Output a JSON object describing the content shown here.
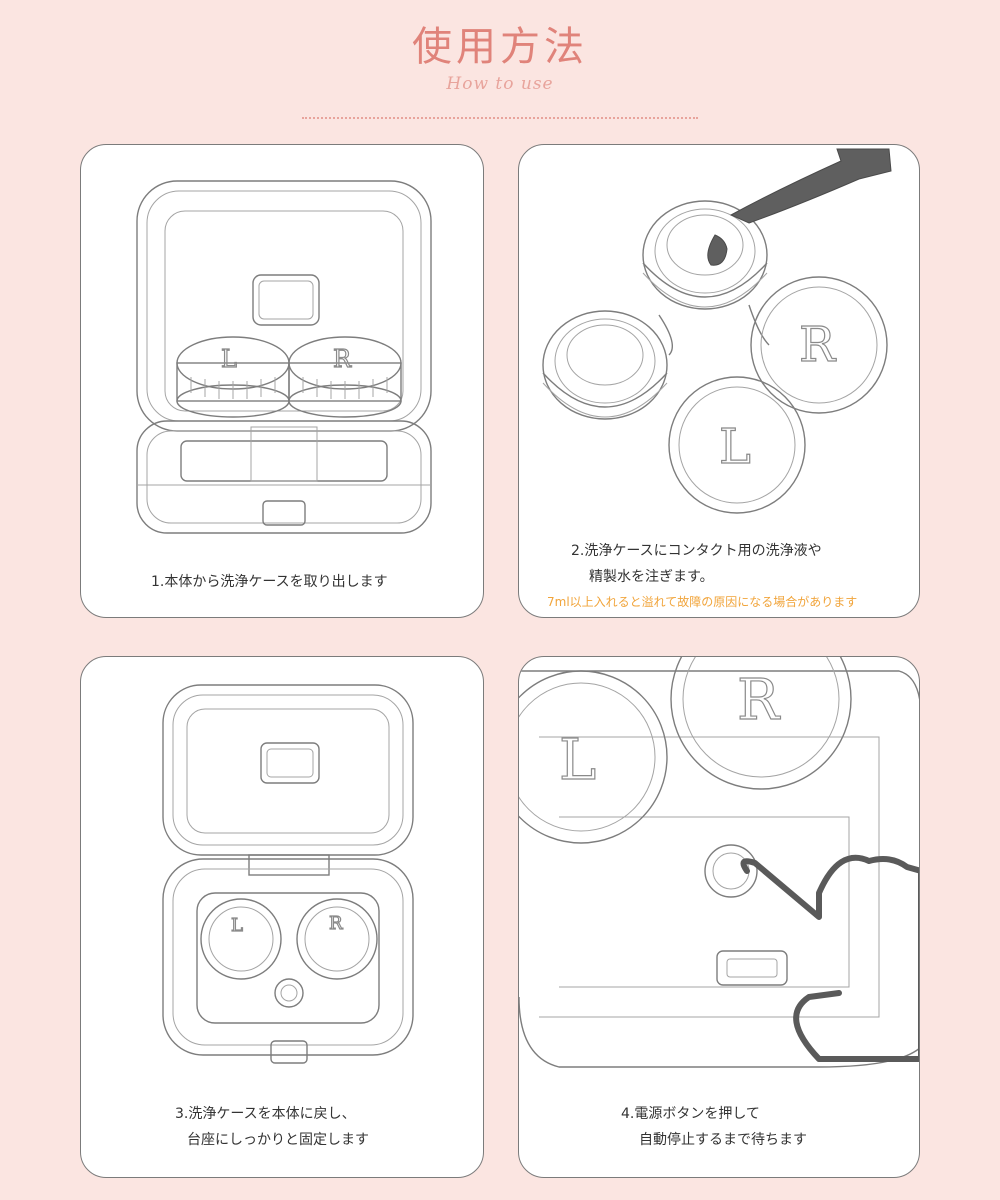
{
  "header": {
    "title": "使用方法",
    "subtitle": "How to use"
  },
  "steps": [
    {
      "line1": "1.本体から洗浄ケースを取り出します",
      "line2": ""
    },
    {
      "line1": "2.洗浄ケースにコンタクト用の洗浄液や",
      "line2": "精製水を注ぎます。",
      "warning": "7ml以上入れると溢れて故障の原因になる場合があります"
    },
    {
      "line1": "3.洗浄ケースを本体に戻し、",
      "line2": "台座にしっかりと固定します"
    },
    {
      "line1": "4.電源ボタンを押して",
      "line2": "自動停止するまで待ちます"
    }
  ],
  "illustration_labels": {
    "left": "L",
    "right": "R"
  }
}
